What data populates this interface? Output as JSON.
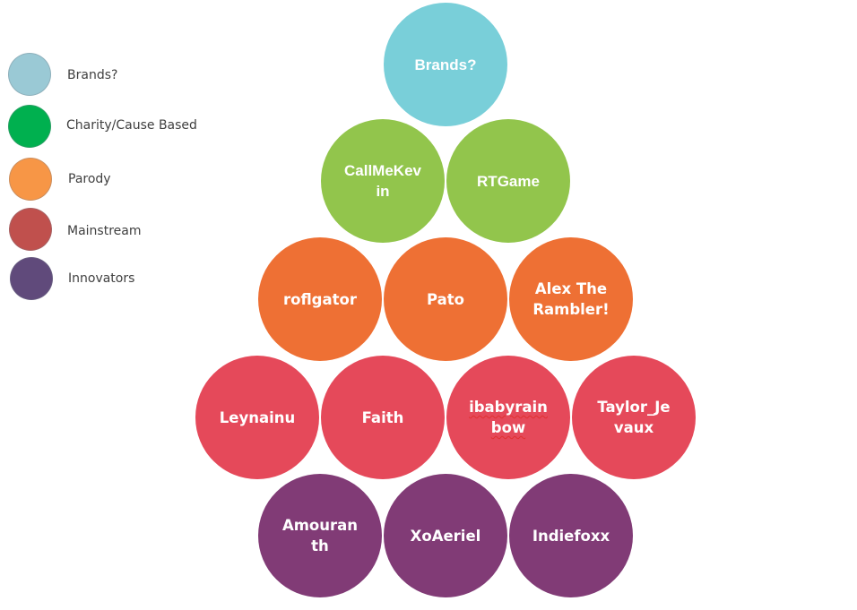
{
  "legend": [
    {
      "label": "Brands?",
      "color": "#9ac9d5"
    },
    {
      "label": "Charity/Cause Based",
      "color": "#00b04f"
    },
    {
      "label": "Parody",
      "color": "#f79646"
    },
    {
      "label": "Mainstream",
      "color": "#c0504d"
    },
    {
      "label": "Innovators",
      "color": "#604a7b"
    }
  ],
  "pyramid": {
    "row1": [
      {
        "label": "Brands?",
        "color": "#79cfd9"
      }
    ],
    "row2": [
      {
        "label": "CallMeKev in",
        "color": "#92c54c"
      },
      {
        "label": "RTGame",
        "color": "#92c54c"
      }
    ],
    "row3": [
      {
        "label": "roflgator",
        "color": "#ee7034"
      },
      {
        "label": "Pato",
        "color": "#ee7034"
      },
      {
        "label": "Alex The Rambler!",
        "color": "#ee7034"
      }
    ],
    "row4": [
      {
        "label": "Leynainu",
        "color": "#e5495a"
      },
      {
        "label": "Faith",
        "color": "#e5495a"
      },
      {
        "label": "ibabyrain bow",
        "color": "#e5495a"
      },
      {
        "label": "Taylor_Je vaux",
        "color": "#e5495a"
      }
    ],
    "row5": [
      {
        "label": "Amouran th",
        "color": "#813b76"
      },
      {
        "label": "XoAeriel",
        "color": "#813b76"
      },
      {
        "label": "Indiefoxx",
        "color": "#813b76"
      }
    ]
  }
}
